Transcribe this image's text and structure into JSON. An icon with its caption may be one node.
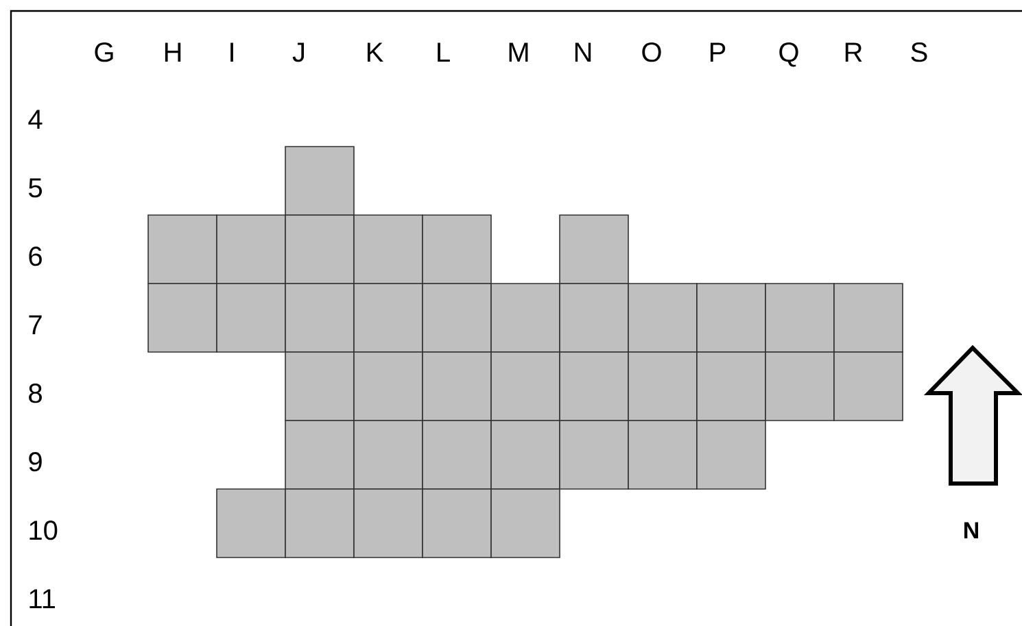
{
  "diagram": {
    "nodes": [
      {
        "text": [],
        "shape": "box"
      },
      {
        "text": [],
        "shape": "box"
      },
      {
        "text": [],
        "shape": "box"
      },
      {
        "text": [],
        "shape": "box"
      },
      {
        "text": [],
        "shape": "box"
      },
      {
        "text": [],
        "shape": "box"
      },
      {
        "text": [],
        "shape": "box"
      },
      {
        "text": [],
        "shape": "box"
      },
      {
        "text": [],
        "shape": "box"
      },
      {
        "text": [],
        "shape": "box"
      },
      {
        "text": [],
        "shape": "box"
      },
      {
        "text": [],
        "shape": "box"
      },
      {
        "text": [],
        "shape": "box"
      },
      {
        "text": [],
        "shape": "box"
      },
      {
        "text": [],
        "shape": "box"
      },
      {
        "text": [],
        "shape": "box"
      },
      {
        "text": [],
        "shape": "box"
      },
      {
        "text": [],
        "shape": "box"
      },
      {
        "text": [],
        "shape": "box"
      },
      {
        "text": [],
        "shape": "box"
      },
      {
        "text": [],
        "shape": "box"
      },
      {
        "text": [],
        "shape": "box"
      },
      {
        "text": [],
        "shape": "box"
      },
      {
        "text": [],
        "shape": "box"
      },
      {
        "text": [],
        "shape": "box"
      },
      {
        "text": [],
        "shape": "box"
      },
      {
        "text": [],
        "shape": "box"
      },
      {
        "text": [],
        "shape": "box"
      },
      {
        "text": [],
        "shape": "box"
      },
      {
        "text": [],
        "shape": "box"
      },
      {
        "text": [],
        "shape": "box"
      },
      {
        "text": [],
        "shape": "box"
      },
      {
        "text": [],
        "shape": "box"
      },
      {
        "text": [],
        "shape": "box"
      },
      {
        "text": [],
        "shape": "box"
      },
      {
        "text": [],
        "shape": "box"
      },
      {
        "text": [],
        "shape": "box"
      },
      {
        "text": [],
        "shape": "box"
      },
      {
        "text": [],
        "shape": "box"
      }
    ],
    "labels": [
      "G",
      "H",
      "I",
      "J",
      "K",
      "L",
      "M",
      "N",
      "O",
      "P",
      "Q",
      "R",
      "S",
      "4",
      "5",
      "6",
      "7",
      "8",
      "9",
      "10",
      "11",
      "N"
    ]
  }
}
